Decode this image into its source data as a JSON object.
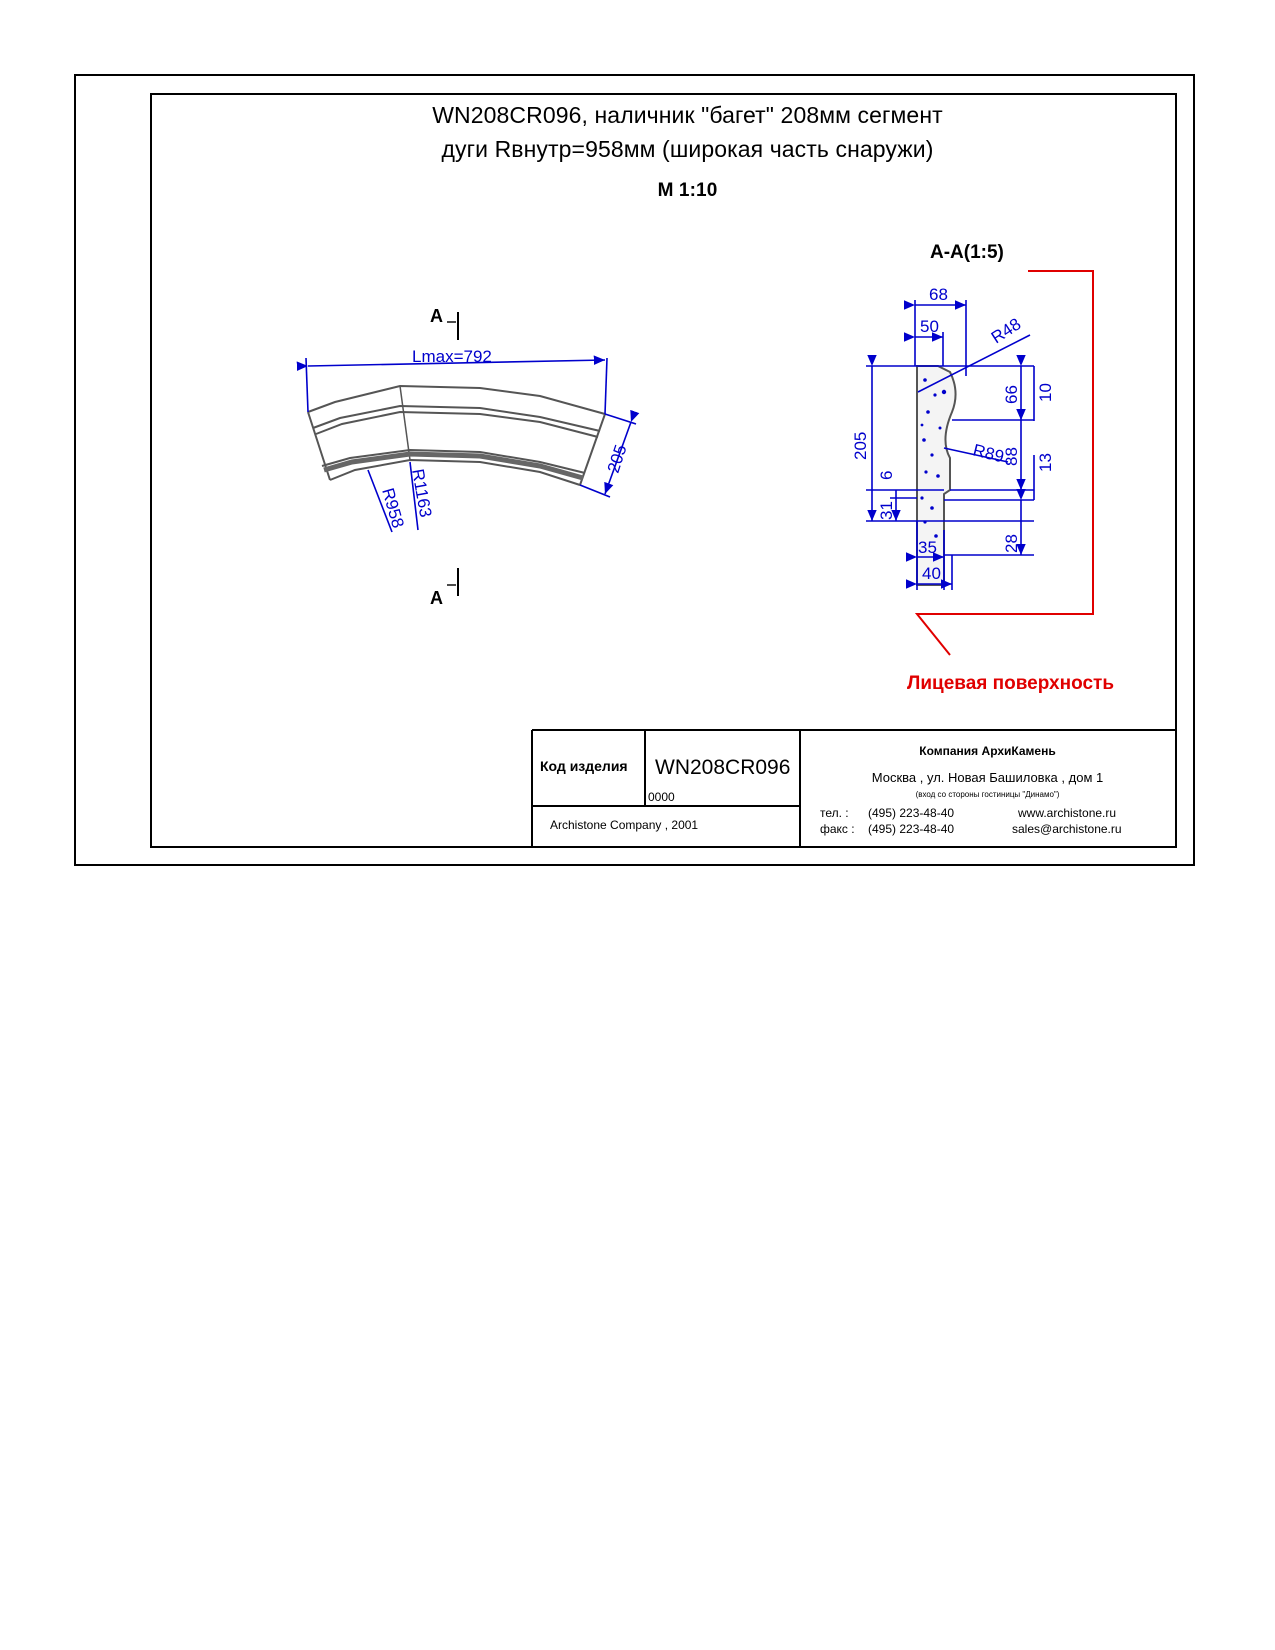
{
  "title": {
    "line1": "WN208CR096, наличник \"багет\" 208мм сегмент",
    "line2": "дуги Rвнутр=958мм (широкая часть снаружи)",
    "scale": "М 1:10"
  },
  "section": {
    "label": "А-А(1:5)",
    "face_label": "Лицевая поверхность",
    "dims": [
      "68",
      "50",
      "R48",
      "66",
      "10",
      "205",
      "R89",
      "88",
      "13",
      "6",
      "31",
      "35",
      "40",
      "28"
    ]
  },
  "plan": {
    "cut_top": "А",
    "cut_bottom": "А",
    "length": "Lmax=792",
    "width": "205",
    "r_outer": "R1163",
    "r_inner": "R958"
  },
  "stamp": {
    "code_label": "Код изделия",
    "code_value": "WN208CR096",
    "code_sub": "0000",
    "copyright": "Archistone  Company ,  2001",
    "company": "Компания  АрхиКамень",
    "address": "Москва , ул. Новая Башиловка , дом 1",
    "address_note": "(вход со стороны гостиницы \"Динамо\")",
    "phone_label": "тел.   :",
    "phone": "(495) 223-48-40",
    "fax_label": "факс :",
    "fax": "(495) 223-48-40",
    "website": "www.archistone.ru",
    "email": "sales@archistone.ru"
  },
  "colors": {
    "dimension": "#0000cc",
    "face": "#e00000",
    "line": "#000000"
  }
}
